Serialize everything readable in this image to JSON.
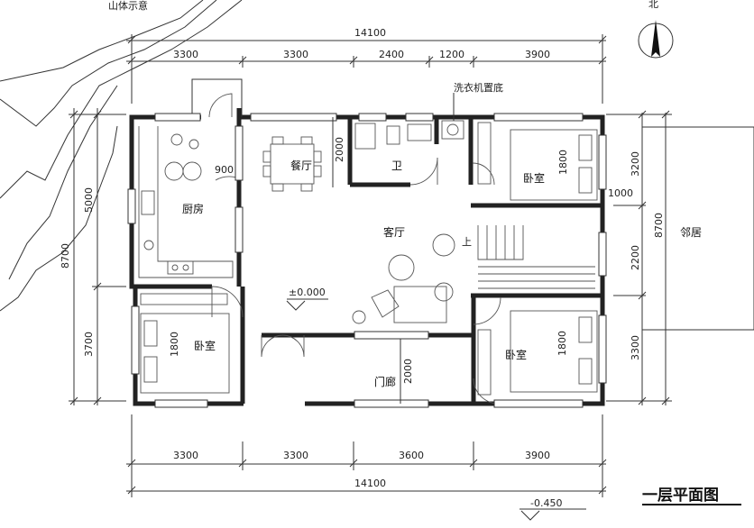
{
  "labels": {
    "mountain": "山体示意",
    "north": "北",
    "washer": "洗衣机置底",
    "kitchen": "厨房",
    "dining": "餐厅",
    "bath": "卫",
    "living": "客厅",
    "bedroom_ne": "卧室",
    "bedroom_sw": "卧室",
    "bedroom_se": "卧室",
    "entry": "门廊",
    "neighbor": "邻居",
    "up": "上",
    "floor_title": "一层平面图"
  },
  "elevations": {
    "floor": "±0.000",
    "ground": "-0.450"
  },
  "dims": {
    "total_top": "14100",
    "top": [
      "3300",
      "3300",
      "2400",
      "1200",
      "3900"
    ],
    "total_bottom": "14100",
    "bottom": [
      "3300",
      "3300",
      "3600",
      "3900"
    ],
    "left_total": "8700",
    "left": [
      "5000",
      "3700"
    ],
    "right_total": "8700",
    "right": [
      "3200",
      "2200",
      "3300"
    ],
    "right_offset": "1000",
    "kitchen_door": "900",
    "dining_h": "2000",
    "entry_h": "2000",
    "bed_ne_bed": "1800",
    "bed_sw_bed": "1800",
    "bed_se_bed": "1800"
  }
}
